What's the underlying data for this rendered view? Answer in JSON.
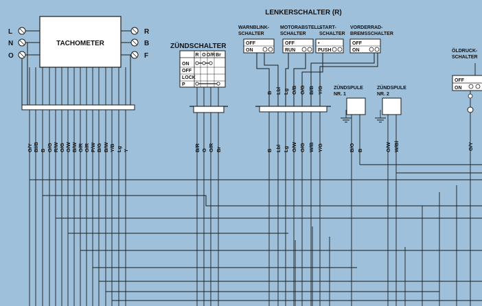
{
  "colors": {
    "background": "#9fc0da",
    "line": "#1a1a1a",
    "box": "#ffffff"
  },
  "tachometer": {
    "title": "TACHOMETER",
    "lamps_left": [
      "L",
      "N",
      "O"
    ],
    "lamps_right": [
      "R",
      "B",
      "F"
    ],
    "wires": [
      "G/Y",
      "Bl/B",
      "B",
      "O/G",
      "R/W",
      "O/G",
      "O/W",
      "B/W",
      "O/R",
      "O/R",
      "P/W",
      "B/G",
      "B/W",
      "Y/B",
      "Lg",
      "Y"
    ]
  },
  "ignition": {
    "title": "ZÜNDSCHALTER",
    "header": [
      "R",
      "O",
      "O/R",
      "Br"
    ],
    "rows": [
      "ON",
      "OFF",
      "LOCK",
      "P"
    ],
    "wires": [
      "B/R",
      "O",
      "O/R",
      "Br"
    ]
  },
  "handlebar": {
    "title": "LENKERSCHALTER (R)",
    "switches": [
      {
        "name": "hazard",
        "label": "WARNBLINK-\nSCHALTER",
        "top": "OFF",
        "bottom": "ON"
      },
      {
        "name": "engine-stop",
        "label": "MOTORABSTELL-\nSCHALTER",
        "top": "OFF",
        "bottom": "RUN"
      },
      {
        "name": "start",
        "label": "START-\nSCHALTER",
        "top": "•",
        "bottom": "PUSH"
      },
      {
        "name": "front-brake",
        "label": "VORDERRAD-\nBREMSSCHALTER",
        "top": "OFF",
        "bottom": "ON"
      }
    ],
    "wires_top": [
      "B",
      "Lbl",
      "Lg",
      "O/B",
      "O/G",
      "B/B",
      "Y/G"
    ],
    "wires_bottom": [
      "B",
      "Lbl",
      "Lg",
      "O/W",
      "O/G",
      "W/B",
      "Y/G"
    ]
  },
  "coil1": {
    "title": "ZÜNDSPULE\nNR. 1",
    "wires": [
      "B/O",
      "B"
    ]
  },
  "coil2": {
    "title": "ZÜNDSPULE\nNR. 2",
    "wires": [
      "O/W",
      "W/Bl"
    ]
  },
  "oil_pressure": {
    "title": "ÖLDRUCK-\nSCHALTER",
    "top": "OFF",
    "bottom": "ON",
    "wire": "G/Y"
  }
}
